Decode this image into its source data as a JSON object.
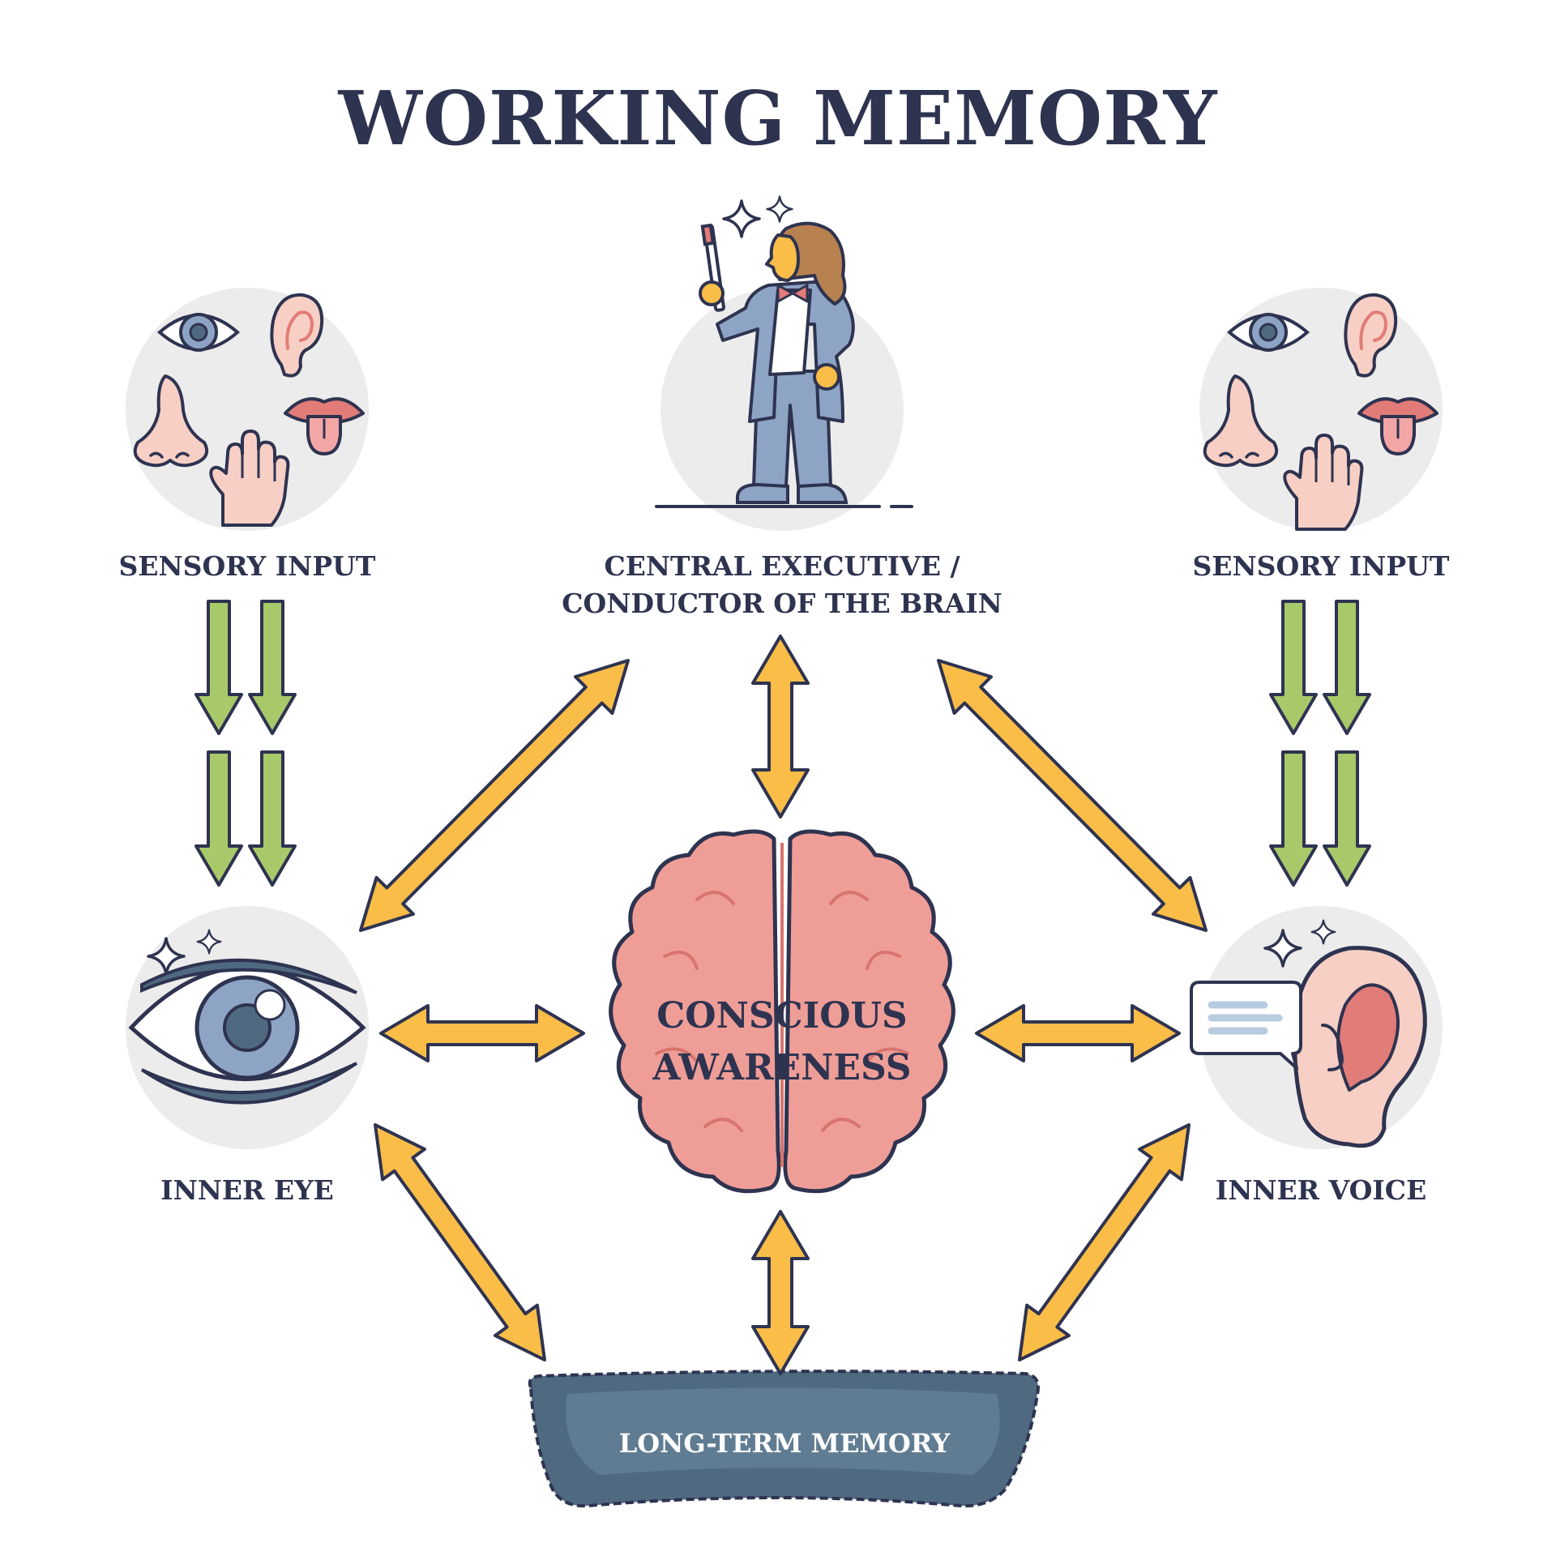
{
  "title": "WORKING MEMORY",
  "nodes": {
    "sensory_left": "SENSORY INPUT",
    "sensory_right": "SENSORY INPUT",
    "central_line1": "CENTRAL EXECUTIVE /",
    "central_line2": "CONDUCTOR OF THE BRAIN",
    "conscious_line1": "CONSCIOUS",
    "conscious_line2": "AWARENESS",
    "inner_eye": "INNER EYE",
    "inner_voice": "INNER VOICE",
    "long_term": "LONG-TERM MEMORY"
  },
  "colors": {
    "ink": "#2e3350",
    "arrow_yellow": "#f9bd48",
    "arrow_green": "#a8c96a",
    "circle_gray": "#ececec",
    "brain_pink": "#ef9e97",
    "memory_slate": "#4f6a80",
    "suit_blue": "#8ea4c4"
  },
  "icons": [
    "eye-icon",
    "ear-icon",
    "nose-icon",
    "hand-icon",
    "tongue-icon",
    "conductor-icon",
    "brain-icon",
    "sparkle-icon",
    "speech-bubble-icon"
  ]
}
